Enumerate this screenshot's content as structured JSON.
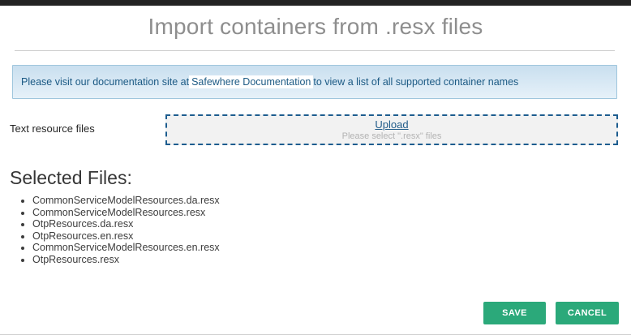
{
  "dialog": {
    "title": "Import containers from .resx files",
    "info_banner": {
      "text_before": "Please visit our documentation site at ",
      "link_label": "Safewhere Documentation",
      "text_after": " to view a list of all supported container names"
    },
    "upload": {
      "field_label": "Text resource files",
      "upload_link_label": "Upload",
      "hint": "Please select \".resx\" files"
    },
    "selected_files": {
      "heading": "Selected Files:",
      "files": [
        "CommonServiceModelResources.da.resx",
        "CommonServiceModelResources.resx",
        "OtpResources.da.resx",
        "OtpResources.en.resx",
        "CommonServiceModelResources.en.resx",
        "OtpResources.resx"
      ]
    },
    "actions": {
      "save_label": "SAVE",
      "cancel_label": "CANCEL"
    }
  },
  "colors": {
    "accent_green": "#2ba97a",
    "banner_background_top": "#c9dfef",
    "banner_border": "#9fc6dd",
    "banner_text": "#1c5a84",
    "upload_border": "#1d5d8f",
    "title_gray": "#8e8e8e",
    "top_bar": "#232323"
  }
}
